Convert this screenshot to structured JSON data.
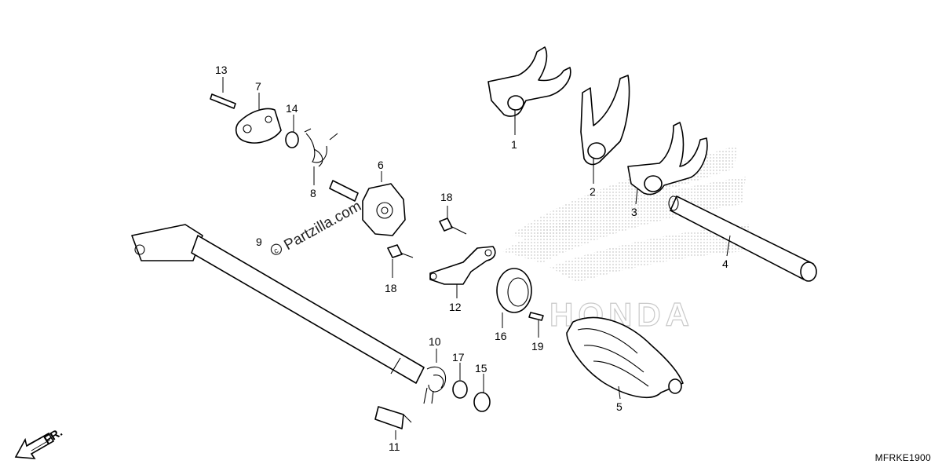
{
  "diagram": {
    "callouts": [
      "1",
      "2",
      "3",
      "4",
      "5",
      "6",
      "7",
      "8",
      "9",
      "10",
      "11",
      "12",
      "13",
      "14",
      "15",
      "16",
      "17",
      "18",
      "18",
      "19"
    ],
    "front_label": "FR.",
    "watermark": "Partzilla.com",
    "background_logo": "HONDA",
    "diagram_code": "MFRKE1900"
  },
  "icons": {
    "front_arrow": "front-direction-arrow-icon",
    "watermark_mark": "circled-c-icon"
  }
}
